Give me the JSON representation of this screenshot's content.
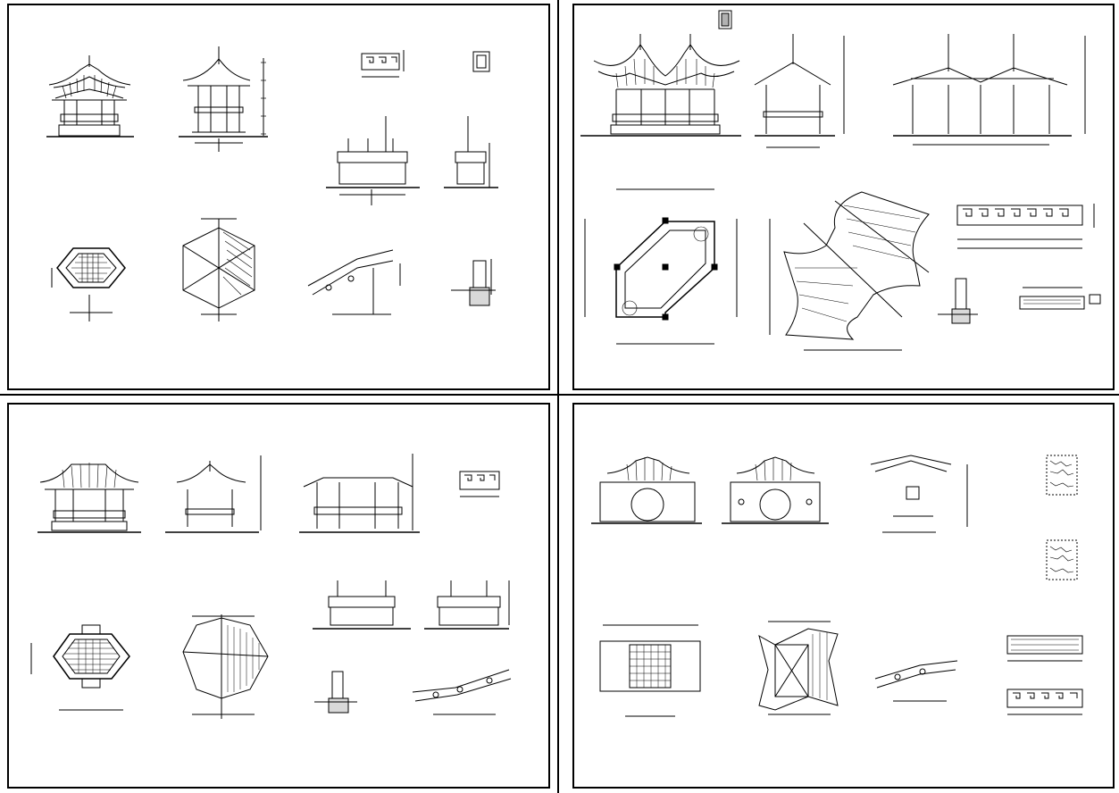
{
  "drawing_set": {
    "sheets": [
      {
        "id": "sheet-1",
        "subject": "hexagonal-pavilion-a"
      },
      {
        "id": "sheet-2",
        "subject": "double-square-pavilion"
      },
      {
        "id": "sheet-3",
        "subject": "hexagonal-pavilion-b"
      },
      {
        "id": "sheet-4",
        "subject": "moon-gate-pavilion"
      }
    ]
  },
  "colors": {
    "line": "#000000",
    "paper": "#ffffff"
  }
}
